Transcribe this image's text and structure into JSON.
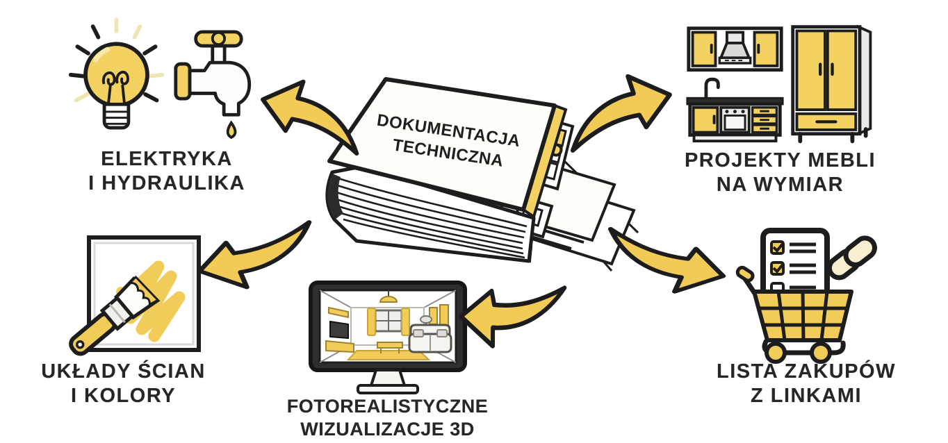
{
  "diagram": {
    "center": {
      "title_line1": "DOKUMENTACJA",
      "title_line2": "TECHNICZNA",
      "icon": "binder-icon"
    },
    "nodes": [
      {
        "id": "elektryka",
        "line1": "ELEKTRYKA",
        "line2": "I HYDRAULIKA",
        "icons": [
          "lightbulb-icon",
          "faucet-icon"
        ]
      },
      {
        "id": "meble",
        "line1": "PROJEKTY MEBLI",
        "line2": "NA WYMIAR",
        "icons": [
          "kitchen-cabinets-icon",
          "wardrobe-icon"
        ]
      },
      {
        "id": "sciany",
        "line1": "UKŁADY ŚCIAN",
        "line2": "I KOLORY",
        "icons": [
          "paintbrush-canvas-icon"
        ]
      },
      {
        "id": "wizualizacje",
        "line1": "FOTOREALISTYCZNE",
        "line2": "WIZUALIZACJE 3D",
        "icons": [
          "monitor-3d-room-icon"
        ]
      },
      {
        "id": "zakupy",
        "line1": "LISTA ZAKUPÓW",
        "line2": "Z LINKAMI",
        "icons": [
          "shopping-cart-icon",
          "checklist-icon",
          "chain-link-icon"
        ]
      }
    ],
    "colors": {
      "accent_yellow": "#F2CC58",
      "accent_yellow_soft": "#F6EFCF",
      "outline_black": "#1d1d1d",
      "text_black": "#262626",
      "gray_light": "#E9E9E7",
      "monitor_frame": "#2E2E2E",
      "background": "#FFFFFF"
    }
  }
}
